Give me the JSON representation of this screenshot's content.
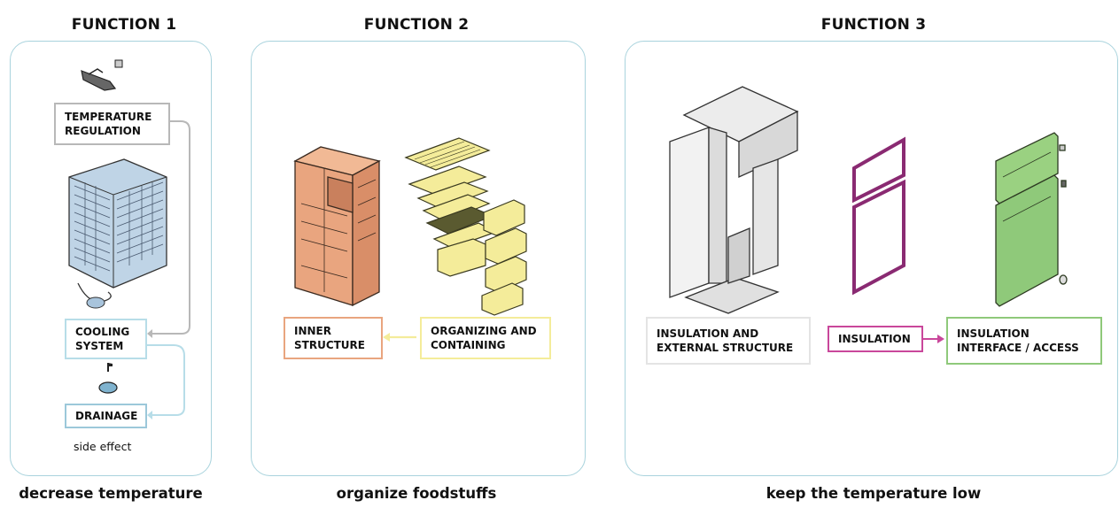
{
  "functions": [
    {
      "title": "FUNCTION 1",
      "caption": "decrease temperature"
    },
    {
      "title": "FUNCTION 2",
      "caption": "organize foodstuffs"
    },
    {
      "title": "FUNCTION 3",
      "caption": "keep the temperature low"
    }
  ],
  "f1": {
    "temp_label": "TEMPERATURE\nREGULATION",
    "cooling_label": "COOLING\nSYSTEM",
    "drainage_label": "DRAINAGE",
    "note": "side effect"
  },
  "f2": {
    "inner_label": "INNER\nSTRUCTURE",
    "organizing_label": "ORGANIZING AND\nCONTAINING"
  },
  "f3": {
    "ext_label": "INSULATION AND\nEXTERNAL STRUCTURE",
    "insulation_label": "INSULATION",
    "interface_label": "INSULATION\nINTERFACE / ACCESS"
  },
  "colors": {
    "panel_border": "#a9d3dd",
    "temperature": "#b8b8b8",
    "cooling": "#b7dde8",
    "drainage": "#9cc8da",
    "inner": "#e9a57f",
    "organizing": "#f4ec9a",
    "external": "#e4e4e4",
    "insulation": "#c9479b",
    "interface": "#8fc97a"
  }
}
